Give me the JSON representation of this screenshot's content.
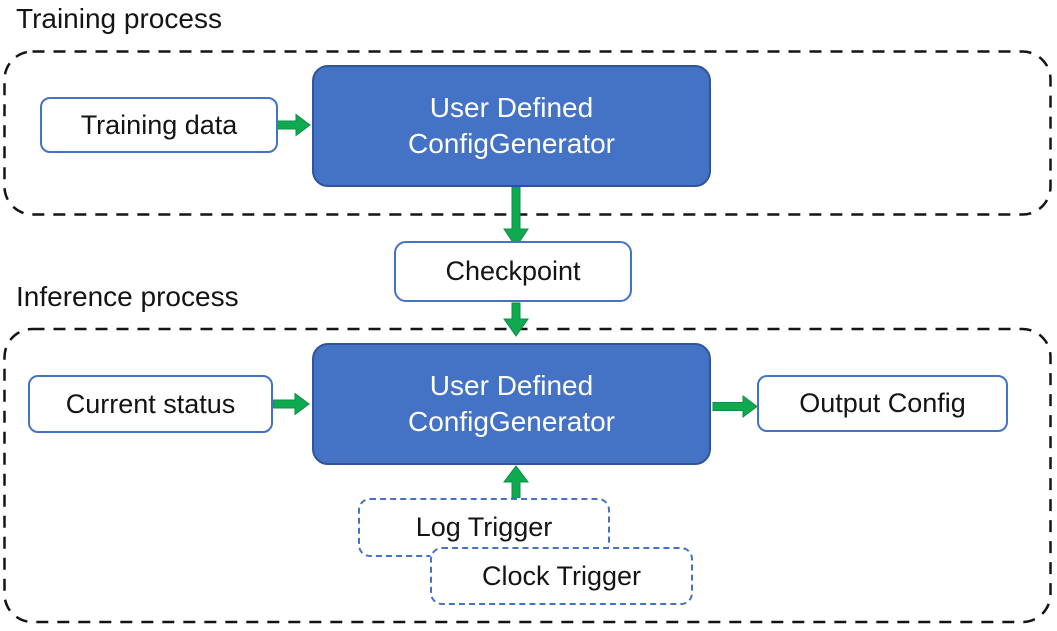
{
  "colors": {
    "generator_fill": "#4472C4",
    "generator_border": "#2F5597",
    "io_box_border": "#4472C4",
    "trigger_box_border": "#4472C4",
    "arrow_green": "#0FA950",
    "container_dash": "#141414",
    "text_dark": "#141414",
    "text_on_blue": "#FFFFFF"
  },
  "training": {
    "label": "Training process",
    "input_label": "Training data",
    "generator_line1": "User Defined",
    "generator_line2": "ConfigGenerator"
  },
  "checkpoint_label": "Checkpoint",
  "inference": {
    "label": "Inference process",
    "input_label": "Current status",
    "generator_line1": "User Defined",
    "generator_line2": "ConfigGenerator",
    "output_label": "Output Config",
    "trigger_labels": [
      "Log Trigger",
      "Clock Trigger"
    ]
  }
}
